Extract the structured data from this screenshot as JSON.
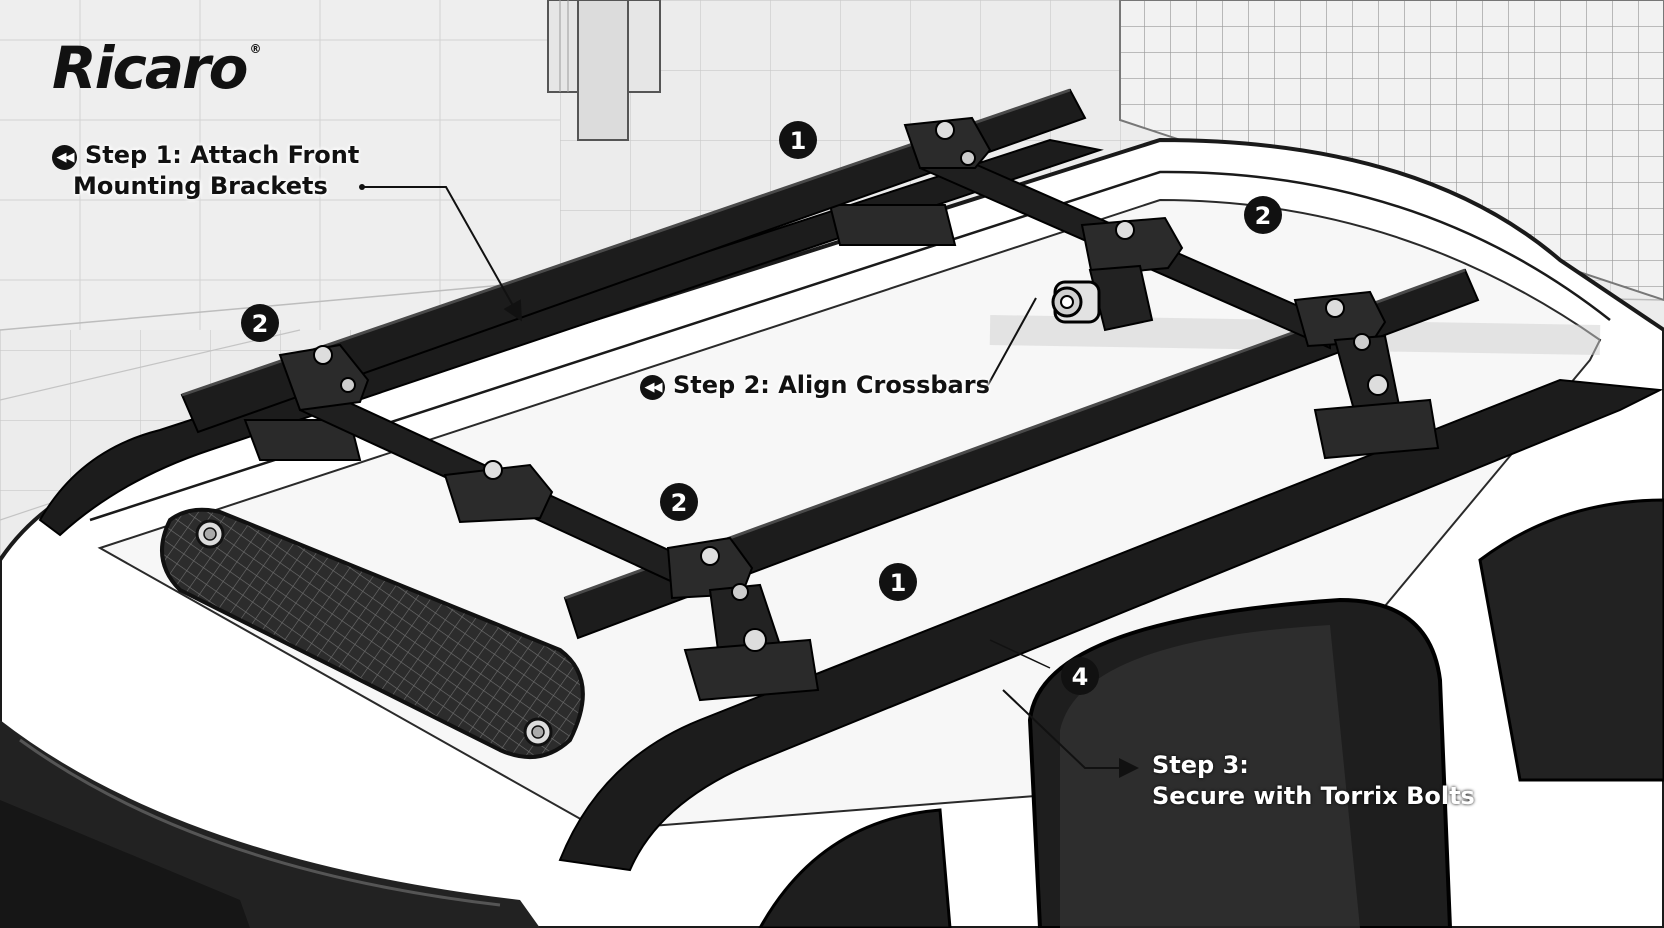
{
  "brand": {
    "name": "Ricaro",
    "mark": "®"
  },
  "steps": {
    "step1": {
      "icon": "rewind-icon",
      "line1": "Step 1: Attach Front",
      "line2": "Mounting Brackets"
    },
    "step2": {
      "icon": "rewind-icon",
      "text": "Step 2: Align Crossbars"
    },
    "step3": {
      "line1": "Step 3:",
      "line2": "Secure with Torrix Bolts"
    }
  },
  "callouts": [
    "1",
    "2",
    "2",
    "2",
    "1",
    "4"
  ],
  "colors": {
    "rack": "#1c1c1c",
    "line": "#1a1a1a",
    "background": "#ededed",
    "car": "#ffffff",
    "mat": "#2a2a2a"
  }
}
